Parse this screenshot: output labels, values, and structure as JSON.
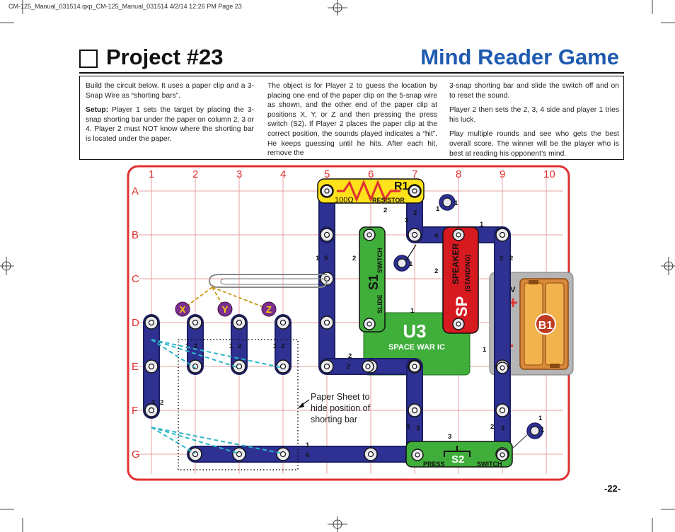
{
  "header": {
    "slug": "CM-125_Manual_031514.qxp_CM-125_Manual_031514  4/2/14  12:26 PM  Page 23"
  },
  "title": {
    "project": "Project #23",
    "name": "Mind Reader Game"
  },
  "instructions": {
    "col1_p1": "Build the circuit below.  It uses a paper clip and a 3-Snap Wire as “shorting bars”.",
    "col1_p2_label": "Setup:",
    "col1_p2_text": " Player 1 sets the target by placing the 3-snap shorting bar under the paper on column 2, 3 or 4. Player 2 must NOT know where the shorting bar is located under the paper.",
    "col2_p1": "The object is for Player 2 to guess the location by placing one end of the paper clip on the 5-snap wire as shown, and the other end of the paper clip at positions X, Y, or Z and then pressing the press switch (S2). If Player 2 places the paper clip at the correct position, the sounds played indicates a “hit”. He keeps guessing until he hits. After each hit, remove the",
    "col3_p1": "3-snap shorting bar and slide the switch off and on to reset the sound.",
    "col3_p2": "Player 2 then sets the 2, 3, 4 side and player 1 tries his luck.",
    "col3_p3": "Play multiple rounds and see who gets the best overall score. The winner will be the player who is best at reading his opponent’s mind."
  },
  "grid": {
    "columns": [
      "1",
      "2",
      "3",
      "4",
      "5",
      "6",
      "7",
      "8",
      "9",
      "10"
    ],
    "rows": [
      "A",
      "B",
      "C",
      "D",
      "E",
      "F",
      "G"
    ]
  },
  "components": {
    "r1": {
      "label": "R1",
      "value": "100Ω",
      "name": "RESISTOR"
    },
    "s1": {
      "label": "S1",
      "top": "SWITCH",
      "bottom": "SLIDE"
    },
    "sp": {
      "label": "SP",
      "name": "SPEAKER",
      "sub": "(STANDING)"
    },
    "b1": {
      "label": "B1",
      "voltage": "3V",
      "plus": "+",
      "minus": "-"
    },
    "u3": {
      "label": "U3",
      "name": "SPACE WAR IC"
    },
    "s2": {
      "label": "S2",
      "left": "PRESS",
      "right": "SWITCH"
    },
    "targets": [
      "X",
      "Y",
      "Z"
    ]
  },
  "annotation": {
    "paper_note": "Paper Sheet to hide position of shorting bar"
  },
  "footer": {
    "page_number": "-22-"
  },
  "colors": {
    "accent": "#1f5bb0",
    "grid": "#e03030",
    "wire": "#2e3192",
    "resistor": "#ffe21a",
    "green_part": "#3fae3a",
    "speaker": "#d71920",
    "target": "#7b2f8e",
    "clip_lead": "#c8960c",
    "dashed": "#2ab7c9"
  }
}
